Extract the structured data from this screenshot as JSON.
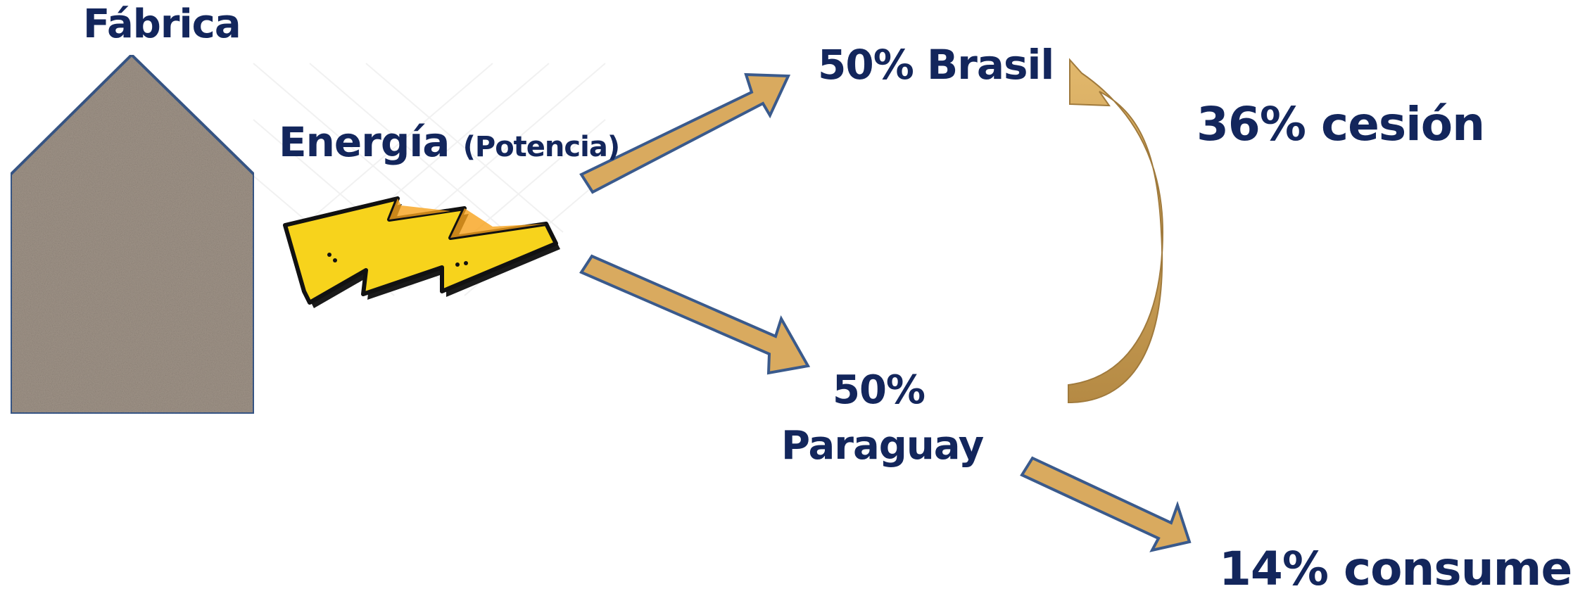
{
  "labels": {
    "factory": "Fábrica",
    "energy": "Energía",
    "energy_sub": "(Potencia)",
    "brazil": "50% Brasil",
    "paraguay_pct": "50%",
    "paraguay": "Paraguay",
    "cession": "36% cesión",
    "consume": "14% consume"
  },
  "colors": {
    "text": "#13265c",
    "arrow_fill": "#d9aa5f",
    "arrow_stroke": "#3a5a8c",
    "factory_fill": "#a09488",
    "factory_stroke": "#3a5a8c",
    "lightning_fill": "#f7d31c"
  }
}
